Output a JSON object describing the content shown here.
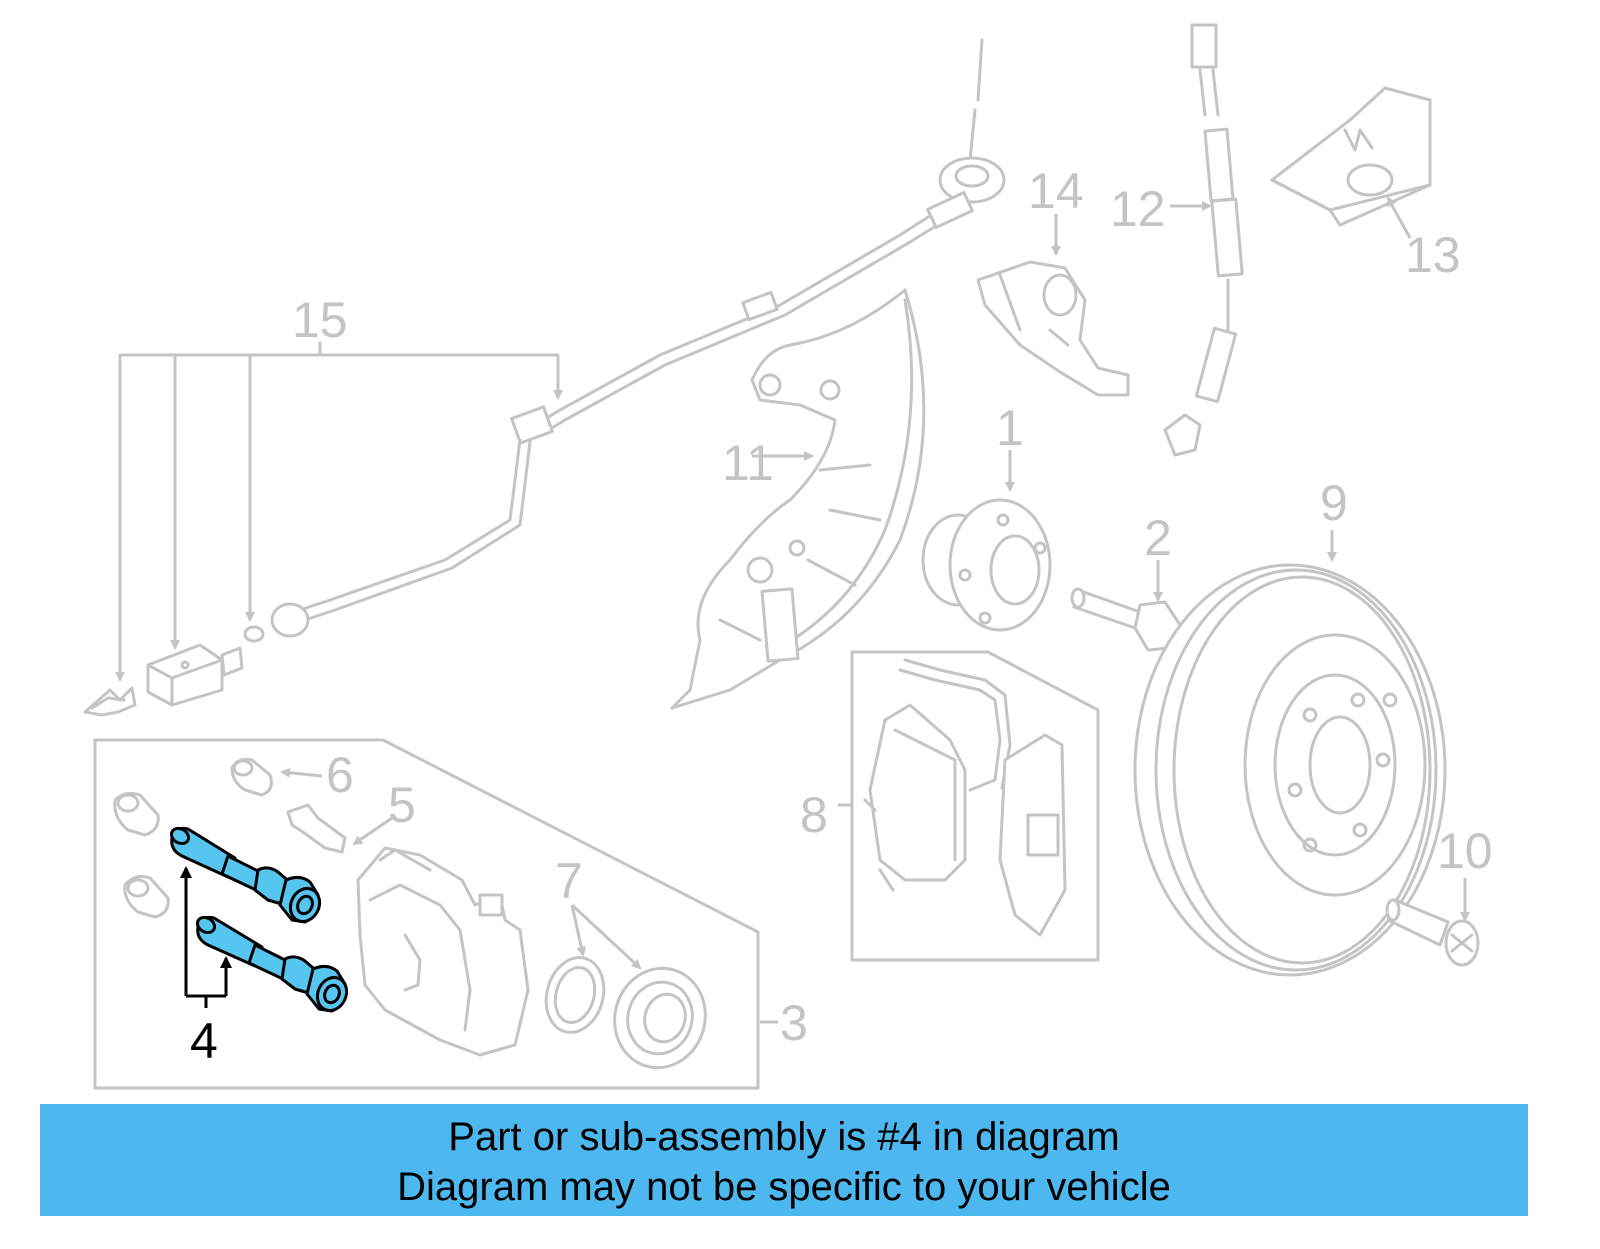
{
  "diagram": {
    "callouts": [
      {
        "id": "c1",
        "label": "1"
      },
      {
        "id": "c2",
        "label": "2"
      },
      {
        "id": "c3",
        "label": "3"
      },
      {
        "id": "c4",
        "label": "4",
        "highlighted": true
      },
      {
        "id": "c5",
        "label": "5"
      },
      {
        "id": "c6",
        "label": "6"
      },
      {
        "id": "c7",
        "label": "7"
      },
      {
        "id": "c8",
        "label": "8"
      },
      {
        "id": "c9",
        "label": "9"
      },
      {
        "id": "c10",
        "label": "10"
      },
      {
        "id": "c11",
        "label": "11"
      },
      {
        "id": "c12",
        "label": "12"
      },
      {
        "id": "c13",
        "label": "13"
      },
      {
        "id": "c14",
        "label": "14"
      },
      {
        "id": "c15",
        "label": "15"
      }
    ],
    "colors": {
      "line": "#c4c4c4",
      "highlight_fill": "#56c5f0",
      "banner": "#4db8ef"
    }
  },
  "banner": {
    "line1": "Part or sub-assembly is #4 in diagram",
    "line2": "Diagram may not be specific to your vehicle"
  }
}
